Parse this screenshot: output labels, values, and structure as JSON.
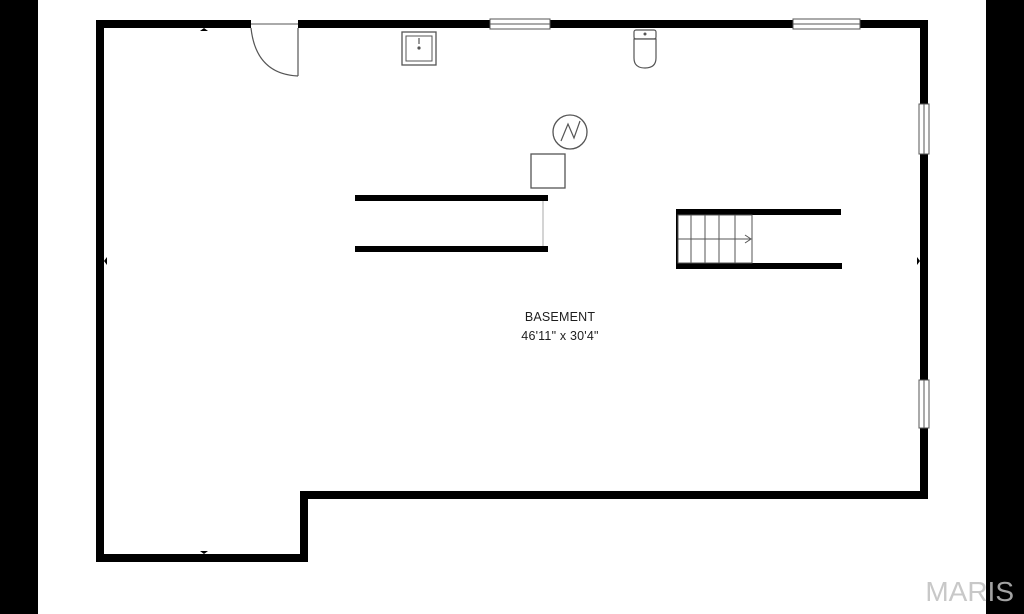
{
  "room": {
    "name": "BASEMENT",
    "dimensions": "46'11\" x 30'4\""
  },
  "watermark": "MARIS",
  "colors": {
    "background": "#ffffff",
    "side_bars": "#000000",
    "walls": "#000000",
    "fixtures": "#555555",
    "label_text": "#1e1e1e"
  },
  "icons": {
    "door": "door-swing-icon",
    "sink": "sink-icon",
    "toilet": "toilet-icon",
    "water_heater": "water-heater-icon",
    "furnace": "furnace-icon",
    "stairs": "stairs-icon"
  }
}
